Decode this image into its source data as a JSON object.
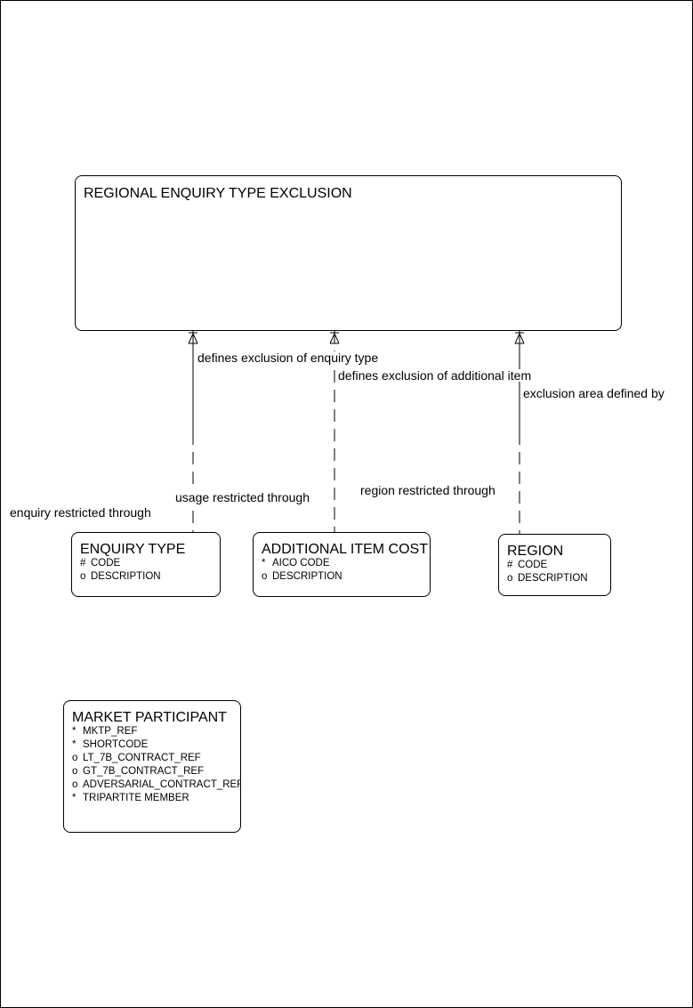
{
  "entities": {
    "regional": {
      "title": "REGIONAL ENQUIRY TYPE EXCLUSION"
    },
    "enquiry_type": {
      "title": "ENQUIRY TYPE",
      "attributes": [
        {
          "mark": "#",
          "name": "CODE"
        },
        {
          "mark": "o",
          "name": "DESCRIPTION"
        }
      ]
    },
    "additional_item_cost": {
      "title": "ADDITIONAL ITEM COST",
      "attributes": [
        {
          "mark": "*",
          "name": "AICO CODE"
        },
        {
          "mark": "o",
          "name": "DESCRIPTION"
        }
      ]
    },
    "region": {
      "title": "REGION",
      "attributes": [
        {
          "mark": "#",
          "name": "CODE"
        },
        {
          "mark": "o",
          "name": "DESCRIPTION"
        }
      ]
    },
    "market_participant": {
      "title": "MARKET PARTICIPANT",
      "attributes": [
        {
          "mark": "*",
          "name": "MKTP_REF"
        },
        {
          "mark": "*",
          "name": "SHORTCODE"
        },
        {
          "mark": "o",
          "name": "LT_7B_CONTRACT_REF"
        },
        {
          "mark": "o",
          "name": "GT_7B_CONTRACT_REF"
        },
        {
          "mark": "o",
          "name": "ADVERSARIAL_CONTRACT_REF"
        },
        {
          "mark": "*",
          "name": "TRIPARTITE MEMBER"
        }
      ]
    }
  },
  "relationships": {
    "enquiry": {
      "upper": "defines exclusion of enquiry type",
      "lower": "enquiry restricted through"
    },
    "additional": {
      "upper": "defines exclusion of additional item",
      "lower": "usage restricted through"
    },
    "region": {
      "upper": "exclusion area defined by",
      "lower": "region restricted through"
    }
  }
}
